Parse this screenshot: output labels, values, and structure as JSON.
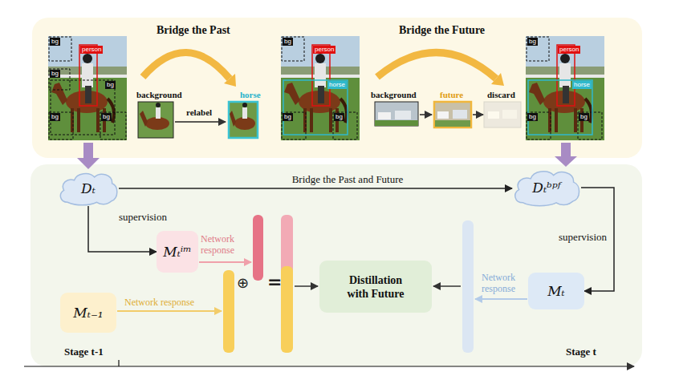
{
  "diagram": {
    "nodes": [
      {
        "text": [
          "Bridge the Past",
          "Bridge the Future"
        ]
      },
      {
        "text": [
          "Stage t-1",
          "Stage t"
        ]
      },
      {
        "text": [
          "Dₜ"
        ],
        "in": 1
      },
      {
        "text": [
          "Dₜᵇᵖᶠ"
        ],
        "in": 1
      },
      {
        "text": [
          "Mₜⁱᵐ"
        ],
        "in": 1
      },
      {
        "text": [
          "Mₜ₋₁"
        ],
        "in": 1
      },
      {
        "text": [
          "Distillation with Future"
        ],
        "in": 1
      },
      {
        "text": [
          "Mₜ"
        ],
        "in": 1
      }
    ],
    "edges": [
      {
        "from": 2,
        "to": 3,
        "label": "Bridge the Past and Future",
        "arrow": "to"
      },
      {
        "from": 2,
        "to": 4,
        "label": "supervision",
        "arrow": "to"
      },
      {
        "from": 3,
        "to": 7,
        "label": "supervision",
        "arrow": "to"
      }
    ],
    "labels": [
      "bg",
      "person",
      "bg",
      "bg",
      "bg",
      "bg",
      "background",
      "relabel",
      "horse",
      "bg",
      "person",
      "horse",
      "bg",
      "bg",
      "background",
      "future",
      "discard",
      "bg",
      "person",
      "horse",
      "bg",
      "bg",
      "Network response",
      "⊕",
      "=",
      "Network response",
      "Network response"
    ]
  }
}
